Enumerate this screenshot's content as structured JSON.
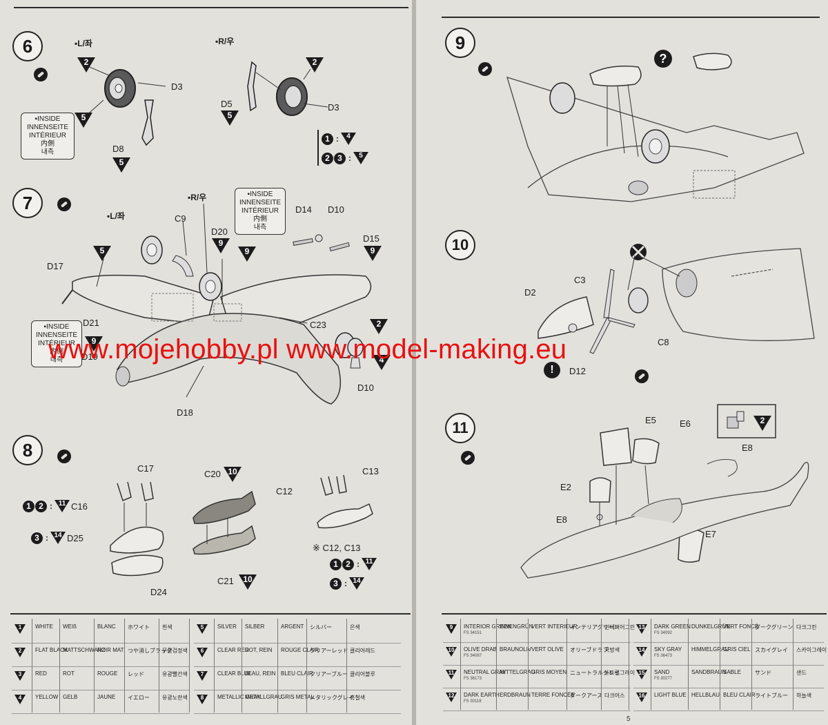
{
  "watermark": "www.mojehobby.pl www.model-making.eu",
  "inside": [
    "▪INSIDE",
    "INNENSEITE",
    "INTÉRIEUR",
    "内側",
    "내측"
  ],
  "sides": {
    "left": "▪L/좌",
    "right": "▪R/우"
  },
  "step6": {
    "num": "6",
    "parts": {
      "d3a": "D3",
      "d3b": "D3",
      "d5": "D5",
      "d8": "D8"
    },
    "colors": {
      "t1": "2",
      "t2": "5",
      "t3": "2",
      "t4": "5",
      "t5": "5"
    },
    "legend": [
      {
        "badges": [
          "1"
        ],
        "color": "4"
      },
      {
        "badges": [
          "2",
          "3"
        ],
        "color": "5"
      }
    ]
  },
  "step7": {
    "num": "7",
    "parts": {
      "c9": "C9",
      "d20": "D20",
      "d14": "D14",
      "d10a": "D10",
      "d15": "D15",
      "d17": "D17",
      "d21": "D21",
      "d19": "D19",
      "c23": "C23",
      "d10b": "D10",
      "d18": "D18"
    },
    "colors": {
      "t1": "5",
      "t2": "9",
      "t3": "9",
      "t4": "9",
      "t5": "9",
      "t6": "2",
      "t7": "4"
    }
  },
  "step8": {
    "num": "8",
    "parts": {
      "c17": "C17",
      "c20": "C20",
      "c13": "C13",
      "c12": "C12",
      "c16": "C16",
      "d25": "D25",
      "c21": "C21",
      "d24": "D24",
      "note": "※ C12, C13"
    },
    "colors": {
      "c20": "10",
      "c16": "11",
      "d25": "14",
      "c21": "10",
      "n1": "11",
      "n2": "14"
    },
    "badges": {
      "a": [
        "1",
        "2"
      ],
      "b": [
        "3"
      ],
      "c": [
        "1",
        "2"
      ],
      "d": [
        "3"
      ]
    }
  },
  "step9": {
    "num": "9",
    "help": "?"
  },
  "step10": {
    "num": "10",
    "parts": {
      "c3": "C3",
      "d2": "D2",
      "d12": "D12",
      "c8": "C8"
    },
    "warn": "!"
  },
  "step11": {
    "num": "11",
    "parts": {
      "e5": "E5",
      "e6": "E6",
      "e8a": "E8",
      "e2": "E2",
      "e8b": "E8",
      "e7": "E7"
    },
    "colors": {
      "e8": "2"
    }
  },
  "paint_left": [
    {
      "num": "1",
      "en": "WHITE",
      "de": "WEIß",
      "fr": "BLANC",
      "jp": "ホワイト",
      "kr": "흰색"
    },
    {
      "num": "2",
      "en": "FLAT BLACK",
      "de": "MATTSCHWARZ",
      "fr": "NOIR MAT",
      "jp": "つや消しブラック",
      "kr": "무광검정색"
    },
    {
      "num": "3",
      "en": "RED",
      "de": "ROT",
      "fr": "ROUGE",
      "jp": "レッド",
      "kr": "유광빨간색"
    },
    {
      "num": "4",
      "en": "YELLOW",
      "de": "GELB",
      "fr": "JAUNE",
      "jp": "イエロー",
      "kr": "유광노란색"
    },
    {
      "num": "5",
      "en": "SILVER",
      "de": "SILBER",
      "fr": "ARGENT",
      "jp": "シルバー",
      "kr": "은색"
    },
    {
      "num": "6",
      "en": "CLEAR RED",
      "de": "ROT, REIN",
      "fr": "ROUGE CLAIR",
      "jp": "クリアーレッド",
      "kr": "클리어레드"
    },
    {
      "num": "7",
      "en": "CLEAR BLUE",
      "de": "BLAU, REIN",
      "fr": "BLEU CLAIR",
      "jp": "クリアーブルー",
      "kr": "클리어블루"
    },
    {
      "num": "8",
      "en": "METALLIC GRAY",
      "de": "METALLGRAU",
      "fr": "GRIS METAL",
      "jp": "メタリックグレイ",
      "kr": "흑철색"
    }
  ],
  "paint_right": [
    {
      "num": "9",
      "en": "INTERIOR GREEN",
      "fs": "FS 34151",
      "de": "INNENGRÜN",
      "fr": "VERT INTERIEUR",
      "jp": "インテリアグリーン",
      "kr": "인테리어그린"
    },
    {
      "num": "10",
      "en": "OLIVE DRAB",
      "fs": "FS 34087",
      "de": "BRAUNOLIV",
      "fr": "VERT OLIVE",
      "jp": "オリーブドラブ",
      "kr": "국방색"
    },
    {
      "num": "11",
      "en": "NEUTRAL GRAY",
      "fs": "FS 36173",
      "de": "MITTELGRAU",
      "fr": "GRIS MOYEN",
      "jp": "ニュートラルグレイ",
      "kr": "뉴트럴그레이"
    },
    {
      "num": "12",
      "en": "DARK EARTH",
      "fs": "FS 30118",
      "de": "ERDBRAUN",
      "fr": "TERRE FONCÉE",
      "jp": "ダークアース",
      "kr": "다크어스"
    },
    {
      "num": "13",
      "en": "DARK GREEN",
      "fs": "FS 34092",
      "de": "DUNKELGRÜN",
      "fr": "VERT FONCÉ",
      "jp": "ダークグリーン",
      "kr": "다크그린"
    },
    {
      "num": "14",
      "en": "SKY GRAY",
      "fs": "FS 36473",
      "de": "HIMMELGRAU",
      "fr": "GRIS CIEL",
      "jp": "スカイグレイ",
      "kr": "스카이그레이"
    },
    {
      "num": "15",
      "en": "SAND",
      "fs": "FS 30277",
      "de": "SANDBRAUN",
      "fr": "SABLE",
      "jp": "サンド",
      "kr": "샌드"
    },
    {
      "num": "16",
      "en": "LIGHT BLUE",
      "fs": "",
      "de": "HELLBLAU",
      "fr": "BLEU CLAIR",
      "jp": "ライトブルー",
      "kr": "하늘색"
    }
  ],
  "page_number": "5"
}
